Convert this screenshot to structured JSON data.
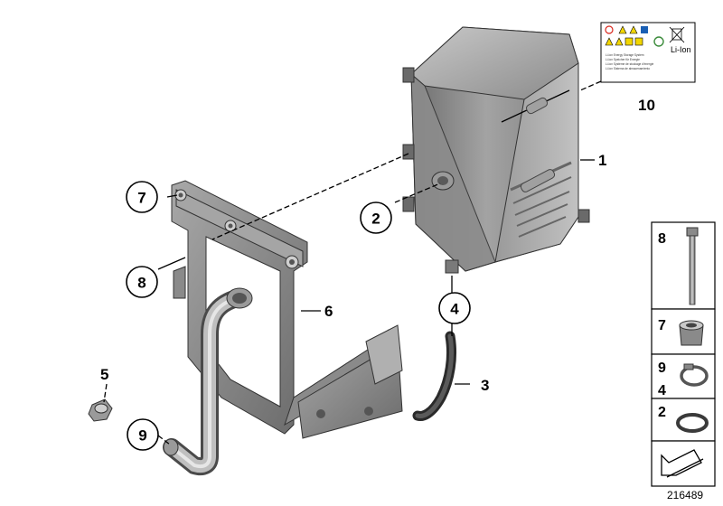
{
  "callouts": {
    "c7": "7",
    "c8": "8",
    "c2": "2",
    "c4": "4",
    "c9": "9",
    "n1": "1",
    "n3": "3",
    "n5": "5",
    "n6": "6",
    "n10": "10"
  },
  "warning_label": {
    "battery_type": "Li-Ion",
    "lines": [
      "Li-Ion Energy Storage System",
      "Li-Ion Speicher für Energie",
      "Li-Ion Système de stockage d'énergie",
      "Li-Ion Sistema de almacenamiento"
    ]
  },
  "parts_panel": {
    "rows": [
      {
        "numbers": [
          "8"
        ]
      },
      {
        "numbers": [
          "7"
        ]
      },
      {
        "numbers": [
          "9",
          "4"
        ]
      },
      {
        "numbers": [
          "2"
        ]
      }
    ]
  },
  "diagram_id": "216489",
  "colors": {
    "part_light": "#b5b5b5",
    "part_mid": "#8e8e8e",
    "part_dark": "#5c5c5c",
    "label_yellow": "#f2d600",
    "label_red": "#d9261c",
    "label_green": "#3c8c3c"
  }
}
